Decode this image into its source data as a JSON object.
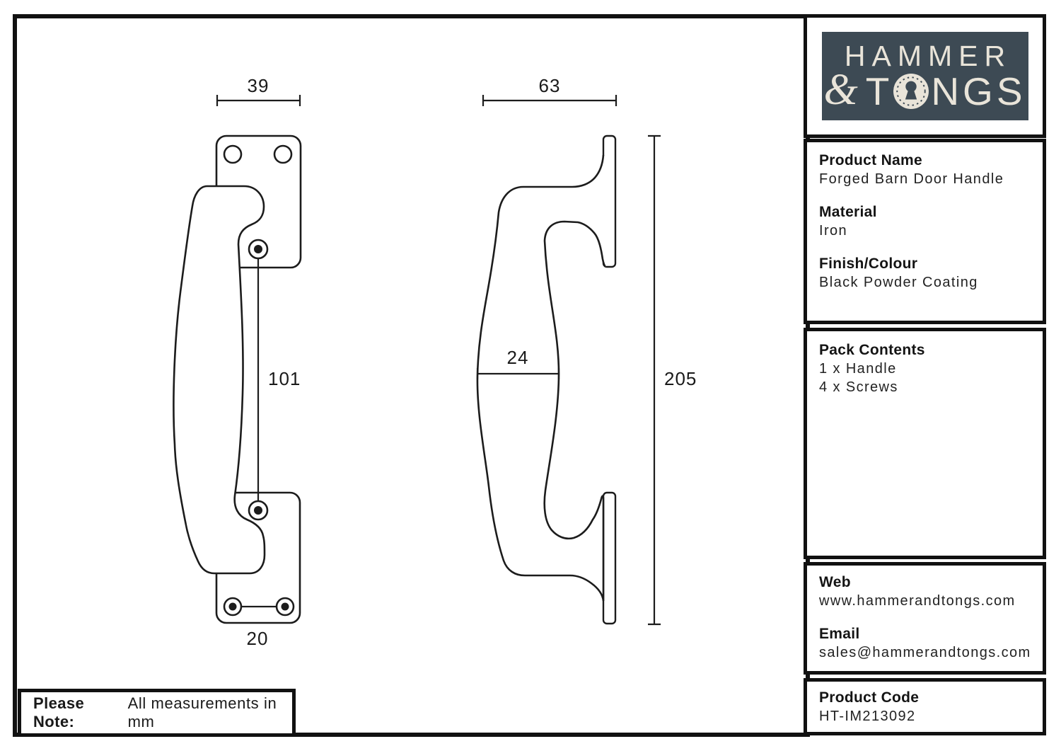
{
  "logo": {
    "line1": "HAMMER",
    "ampersand": "&",
    "tongs_t": "T",
    "tongs_rest": "NGS",
    "keyhole_icon": "keyhole-in-dashed-circle",
    "bg_color": "#3d4a54",
    "fg_color": "#e9e4d9"
  },
  "spec_panel": {
    "product_name_label": "Product Name",
    "product_name_value": "Forged Barn Door Handle",
    "material_label": "Material",
    "material_value": "Iron",
    "finish_label": "Finish/Colour",
    "finish_value": "Black Powder Coating",
    "pack_contents_label": "Pack Contents",
    "pack_contents_items": [
      "1 x Handle",
      "4 x Screws"
    ],
    "web_label": "Web",
    "web_value": "www.hammerandtongs.com",
    "email_label": "Email",
    "email_value": "sales@hammerandtongs.com",
    "product_code_label": "Product Code",
    "product_code_value": "HT-IM213092"
  },
  "note": {
    "label": "Please Note:",
    "text": "All measurements in mm"
  },
  "drawing": {
    "views": [
      "front elevation of handle",
      "side profile of handle"
    ],
    "line_color": "#1c1c1c",
    "dimensions_mm": {
      "front_plate_width": "39",
      "front_fixing_centres": "101",
      "front_screw_spacing": "20",
      "side_projection": "63",
      "side_grip_thickness": "24",
      "side_overall_height": "205"
    }
  }
}
